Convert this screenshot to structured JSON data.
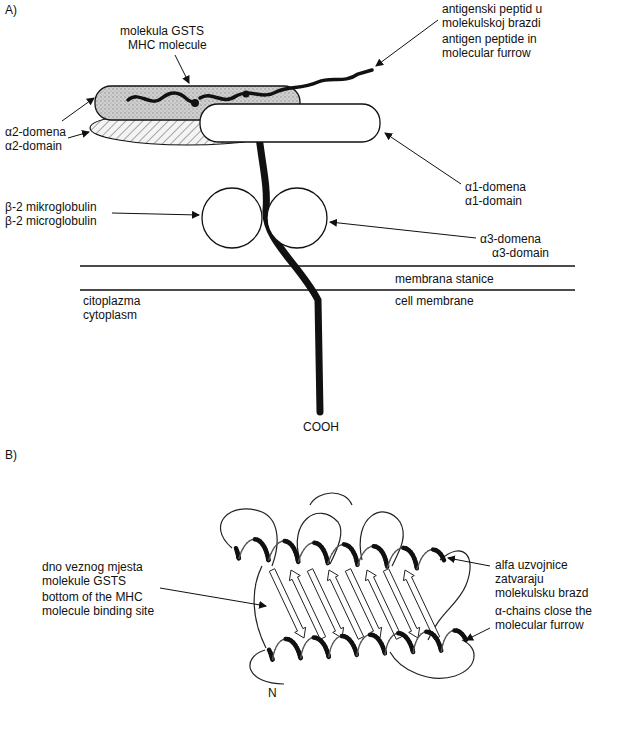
{
  "diagram": {
    "labels": [
      "A)",
      "molekula GSTS",
      "MHC molecule",
      "antigenski peptid u molekulskoj brazdi",
      "antigen peptide in molecular furrow",
      "α2-domena",
      "α2-domain",
      "β-2 mikroglobulin",
      "β-2 microglobulin",
      "α1-domena",
      "α1-domain",
      "α3-domena",
      "α3-domain",
      "membrana stanice",
      "cell membrane",
      "citoplazma",
      "cytoplasm",
      "COOH",
      "B)",
      "dno veznog mjesta molekule GSTS",
      "bottom of the MHC molecule binding site",
      "alfa uzvojnice zatvaraju molekulsku brazd",
      "α-chains close the molecular furrow",
      "N"
    ]
  }
}
